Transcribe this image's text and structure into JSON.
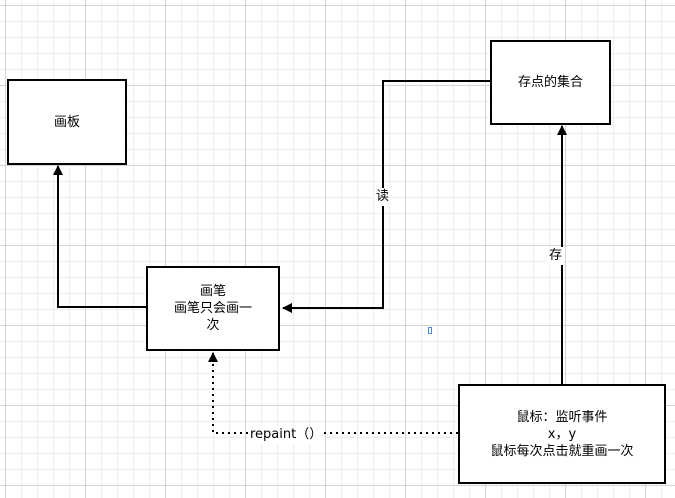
{
  "nodes": {
    "board": {
      "lines": [
        "画板"
      ]
    },
    "brush": {
      "lines": [
        "画笔",
        "画笔只会画一",
        "次"
      ]
    },
    "point_set": {
      "lines": [
        "存点的集合"
      ]
    },
    "mouse": {
      "lines": [
        "鼠标：监听事件",
        "x，y",
        "鼠标每次点击就重画一次"
      ]
    }
  },
  "edges": {
    "read_label": "读",
    "store_label": "存",
    "repaint_label": "repaint（）"
  }
}
